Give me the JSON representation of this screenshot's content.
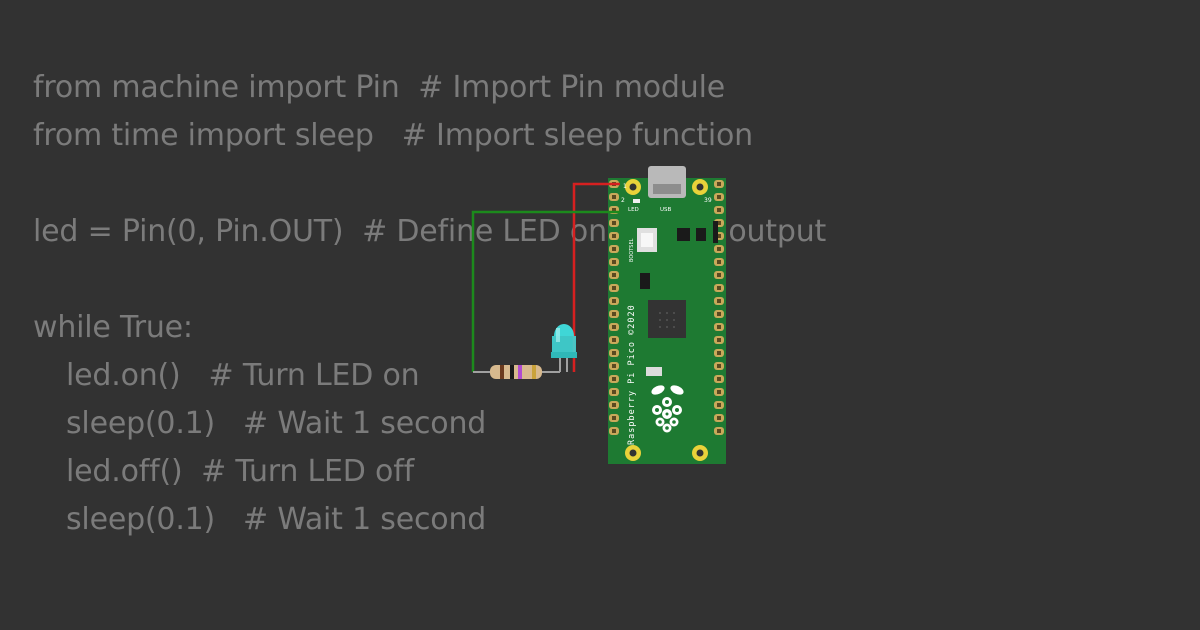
{
  "code": {
    "lines": [
      "from machine import Pin  # Import Pin module",
      "from time import sleep   # Import sleep function",
      "",
      "led = Pin(0, Pin.OUT)  # Define LED on GP0 as output",
      "",
      "while True:",
      "led.on()   # Turn LED on",
      "sleep(0.1)   # Wait 1 second",
      "led.off()  # Turn LED off",
      "sleep(0.1)   # Wait 1 second"
    ]
  },
  "board": {
    "name": "Raspberry Pi Pico ©2020",
    "pin_label_1": "1",
    "pin_label_2": "2",
    "pin_label_39": "39",
    "led_label": "LED",
    "usb_label": "USB",
    "bootsel_label": "BOOTSEL"
  },
  "colors": {
    "background": "#323232",
    "code_text": "#7b7b7b",
    "board_green": "#1e7a32",
    "wire_red": "#d62020",
    "wire_green": "#1c8a1c",
    "led_cyan": "#3fd6d6",
    "pad_yellow": "#e9d23a"
  },
  "icons": {
    "logo": "raspberry-logo-icon"
  }
}
